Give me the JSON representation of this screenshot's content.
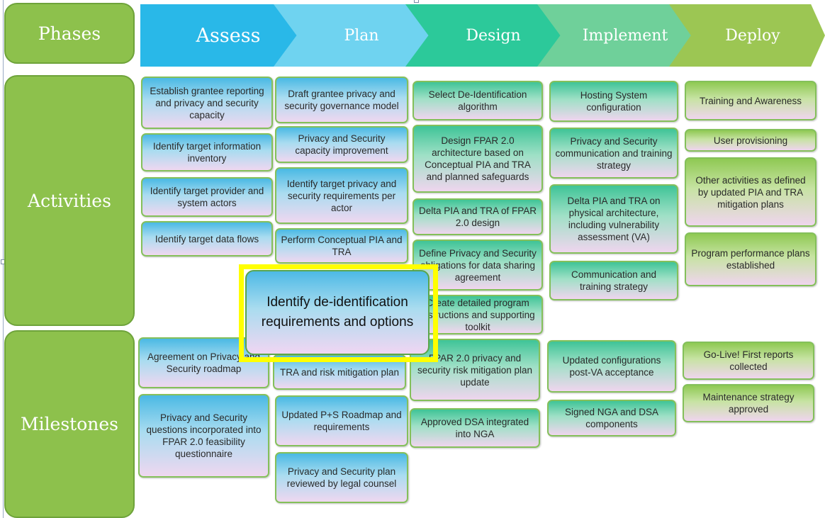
{
  "rows": {
    "phases": "Phases",
    "activities": "Activities",
    "milestones": "Milestones"
  },
  "phases": [
    "Assess",
    "Plan",
    "Design",
    "Implement",
    "Deploy"
  ],
  "colors": {
    "assess": "#29b8e8",
    "plan": "#6fd3f0",
    "design": "#2cc99a",
    "implement": "#6fd09a",
    "deploy": "#9cc653",
    "row_label": "#8dc14c",
    "highlight": "#ffff00"
  },
  "assess": {
    "activities": [
      "Establish grantee reporting and privacy and security capacity",
      "Identify target information inventory",
      "Identify target provider and system actors",
      "Identify target data flows"
    ],
    "milestones": [
      "Agreement on Privacy and Security roadmap",
      "Privacy and Security questions incorporated into FPAR 2.0 feasibility questionnaire"
    ]
  },
  "plan": {
    "activities": [
      "Draft grantee privacy and security governance model",
      "Privacy and Security capacity improvement",
      "Identify target privacy and security requirements per actor",
      "Perform Conceptual PIA and TRA"
    ],
    "milestones": [
      "TRA and risk mitigation plan",
      "Updated P+S Roadmap and requirements",
      "Privacy and Security plan reviewed by legal counsel"
    ]
  },
  "design": {
    "activities": [
      "Select De-Identification algorithm",
      "Design FPAR 2.0 architecture based on Conceptual PIA and TRA and planned safeguards",
      "Delta PIA and TRA of FPAR 2.0 design",
      "Define Privacy and Security obligations for data sharing agreement",
      "Create detailed program instructions and supporting toolkit"
    ],
    "milestones": [
      "FPAR 2.0 privacy and security risk mitigation plan update",
      "Approved DSA integrated into NGA"
    ]
  },
  "implement": {
    "activities": [
      "Hosting System configuration",
      "Privacy and Security communication and training strategy",
      "Delta PIA and TRA on physical architecture, including vulnerability assessment (VA)",
      "Communication and training strategy"
    ],
    "milestones": [
      "Updated configurations post-VA acceptance",
      "Signed NGA and DSA components"
    ]
  },
  "deploy": {
    "activities": [
      "Training and Awareness",
      "User provisioning",
      "Other activities as defined by updated PIA and TRA mitigation plans",
      "Program performance plans established"
    ],
    "milestones": [
      "Go-Live! First reports collected",
      "Maintenance strategy approved"
    ]
  },
  "highlight": "Identify de-identification requirements and options"
}
